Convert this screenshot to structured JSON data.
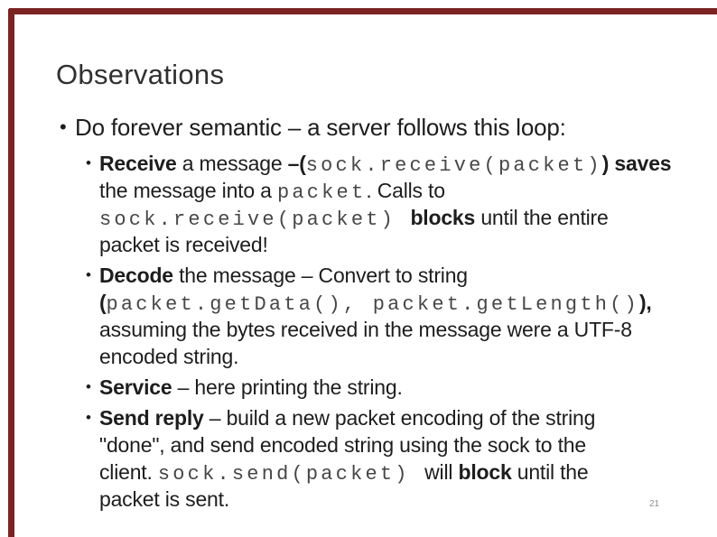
{
  "slide": {
    "title": "Observations",
    "page_number": "21",
    "bullet_char": "•",
    "accent_color": "#7a2422",
    "main_bullet": "Do forever semantic – a server follows this loop:",
    "sub_bullets": [
      {
        "lines": [
          {
            "segs": [
              {
                "t": "Receive",
                "f": "bold"
              },
              {
                "t": " a message ",
                "f": "regular"
              },
              {
                "t": "–(",
                "f": "bold"
              },
              {
                "t": "sock.receive(packet)",
                "f": "mono"
              },
              {
                "t": ") saves",
                "f": "bold"
              }
            ]
          },
          {
            "segs": [
              {
                "t": "the message into a ",
                "f": "regular"
              },
              {
                "t": "packet",
                "f": "mono"
              },
              {
                "t": ". Calls to",
                "f": "regular"
              }
            ]
          },
          {
            "segs": [
              {
                "t": "sock.receive(packet) ",
                "f": "mono"
              },
              {
                "t": "blocks",
                "f": "bold"
              },
              {
                "t": " until the entire",
                "f": "regular"
              }
            ]
          },
          {
            "segs": [
              {
                "t": "packet is received!",
                "f": "regular"
              }
            ]
          }
        ]
      },
      {
        "lines": [
          {
            "segs": [
              {
                "t": "Decode",
                "f": "bold"
              },
              {
                "t": " the message – Convert to string",
                "f": "regular"
              }
            ]
          },
          {
            "segs": [
              {
                "t": "(",
                "f": "bold"
              },
              {
                "t": "packet.getData(), packet.getLength()",
                "f": "mono"
              },
              {
                "t": "),",
                "f": "bold"
              }
            ]
          },
          {
            "segs": [
              {
                "t": "assuming the bytes received in the message were a UTF-8",
                "f": "regular"
              }
            ]
          },
          {
            "segs": [
              {
                "t": "encoded string.",
                "f": "regular"
              }
            ]
          }
        ]
      },
      {
        "lines": [
          {
            "segs": [
              {
                "t": "Service",
                "f": "bold"
              },
              {
                "t": " – here printing the string.",
                "f": "regular"
              }
            ]
          }
        ]
      },
      {
        "lines": [
          {
            "segs": [
              {
                "t": "Send reply",
                "f": "bold"
              },
              {
                "t": " – build a new packet encoding of the string",
                "f": "regular"
              }
            ]
          },
          {
            "segs": [
              {
                "t": "\"done\", and send encoded string using the sock to the",
                "f": "regular"
              }
            ]
          },
          {
            "segs": [
              {
                "t": "client. ",
                "f": "regular"
              },
              {
                "t": "sock.send(packet) ",
                "f": "mono"
              },
              {
                "t": "will ",
                "f": "regular"
              },
              {
                "t": "block",
                "f": "bold"
              },
              {
                "t": " until the",
                "f": "regular"
              }
            ]
          },
          {
            "segs": [
              {
                "t": "packet is sent.",
                "f": "regular"
              }
            ]
          }
        ]
      }
    ]
  }
}
